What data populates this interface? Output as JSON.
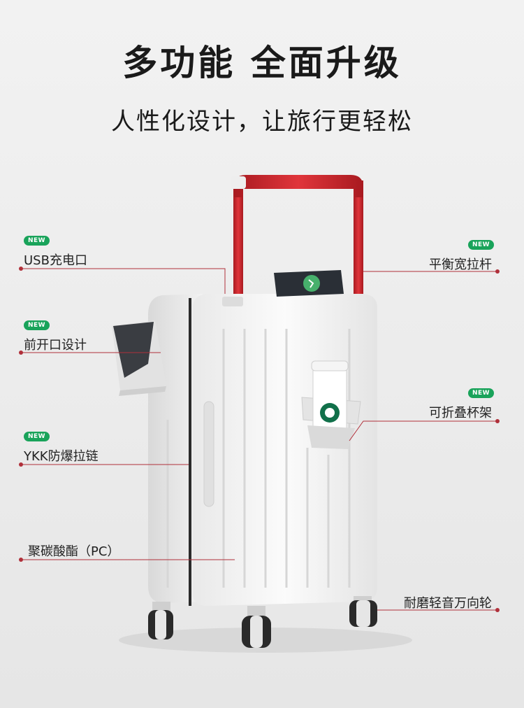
{
  "header": {
    "title": "多功能 全面升级",
    "subtitle": "人性化设计，让旅行更轻松"
  },
  "badge_text": "NEW",
  "features": {
    "usb": "USB充电口",
    "front_open": "前开口设计",
    "zipper": "YKK防爆拉链",
    "material": "聚碳酸酯（PC）",
    "handle": "平衡宽拉杆",
    "cup_holder": "可折叠杯架",
    "wheels": "耐磨轻音万向轮"
  },
  "colors": {
    "accent_red": "#c8262c",
    "badge_green": "#19a35a",
    "leader_line": "#b0303a",
    "suitcase": "#f7f7f7"
  }
}
